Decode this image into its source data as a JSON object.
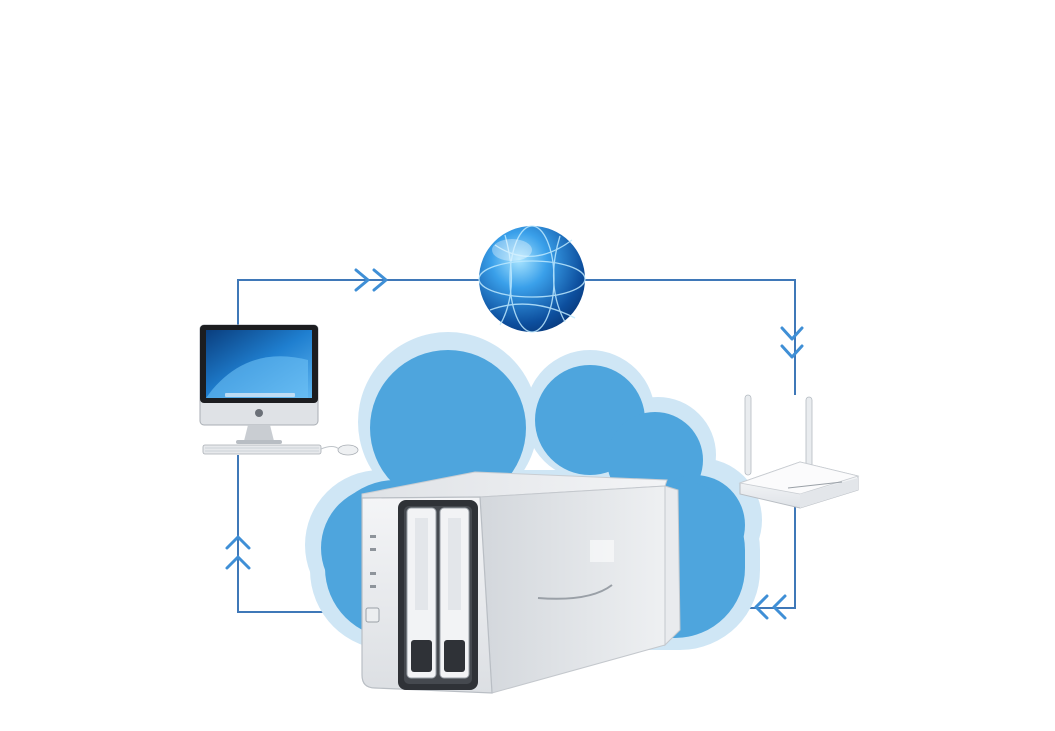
{
  "diagram": {
    "nodes": [
      {
        "id": "internet",
        "icon": "globe-icon"
      },
      {
        "id": "computer",
        "icon": "desktop-computer-icon"
      },
      {
        "id": "router",
        "icon": "wireless-router-icon"
      },
      {
        "id": "cloud",
        "icon": "cloud-icon"
      },
      {
        "id": "nas",
        "icon": "nas-storage-icon"
      }
    ],
    "connections": [
      {
        "from": "computer",
        "to": "internet",
        "marker": "double-chevron"
      },
      {
        "from": "internet",
        "to": "router",
        "marker": "double-chevron"
      },
      {
        "from": "router",
        "to": "nas",
        "marker": "double-chevron"
      },
      {
        "from": "nas",
        "to": "computer",
        "marker": "double-chevron"
      }
    ]
  },
  "colors": {
    "connector_line": "#3f78b8",
    "chevron": "#3f8fd6",
    "cloud_fill": "#4ea5dd",
    "cloud_halo": "#cfe6f5",
    "globe_dark": "#0d4f9e",
    "globe_light": "#7fd0ff",
    "nas_body": "#e6e9ec",
    "nas_dark": "#3a3d42",
    "router_body": "#f4f5f7",
    "screen_blue": "#1f7fd0"
  }
}
